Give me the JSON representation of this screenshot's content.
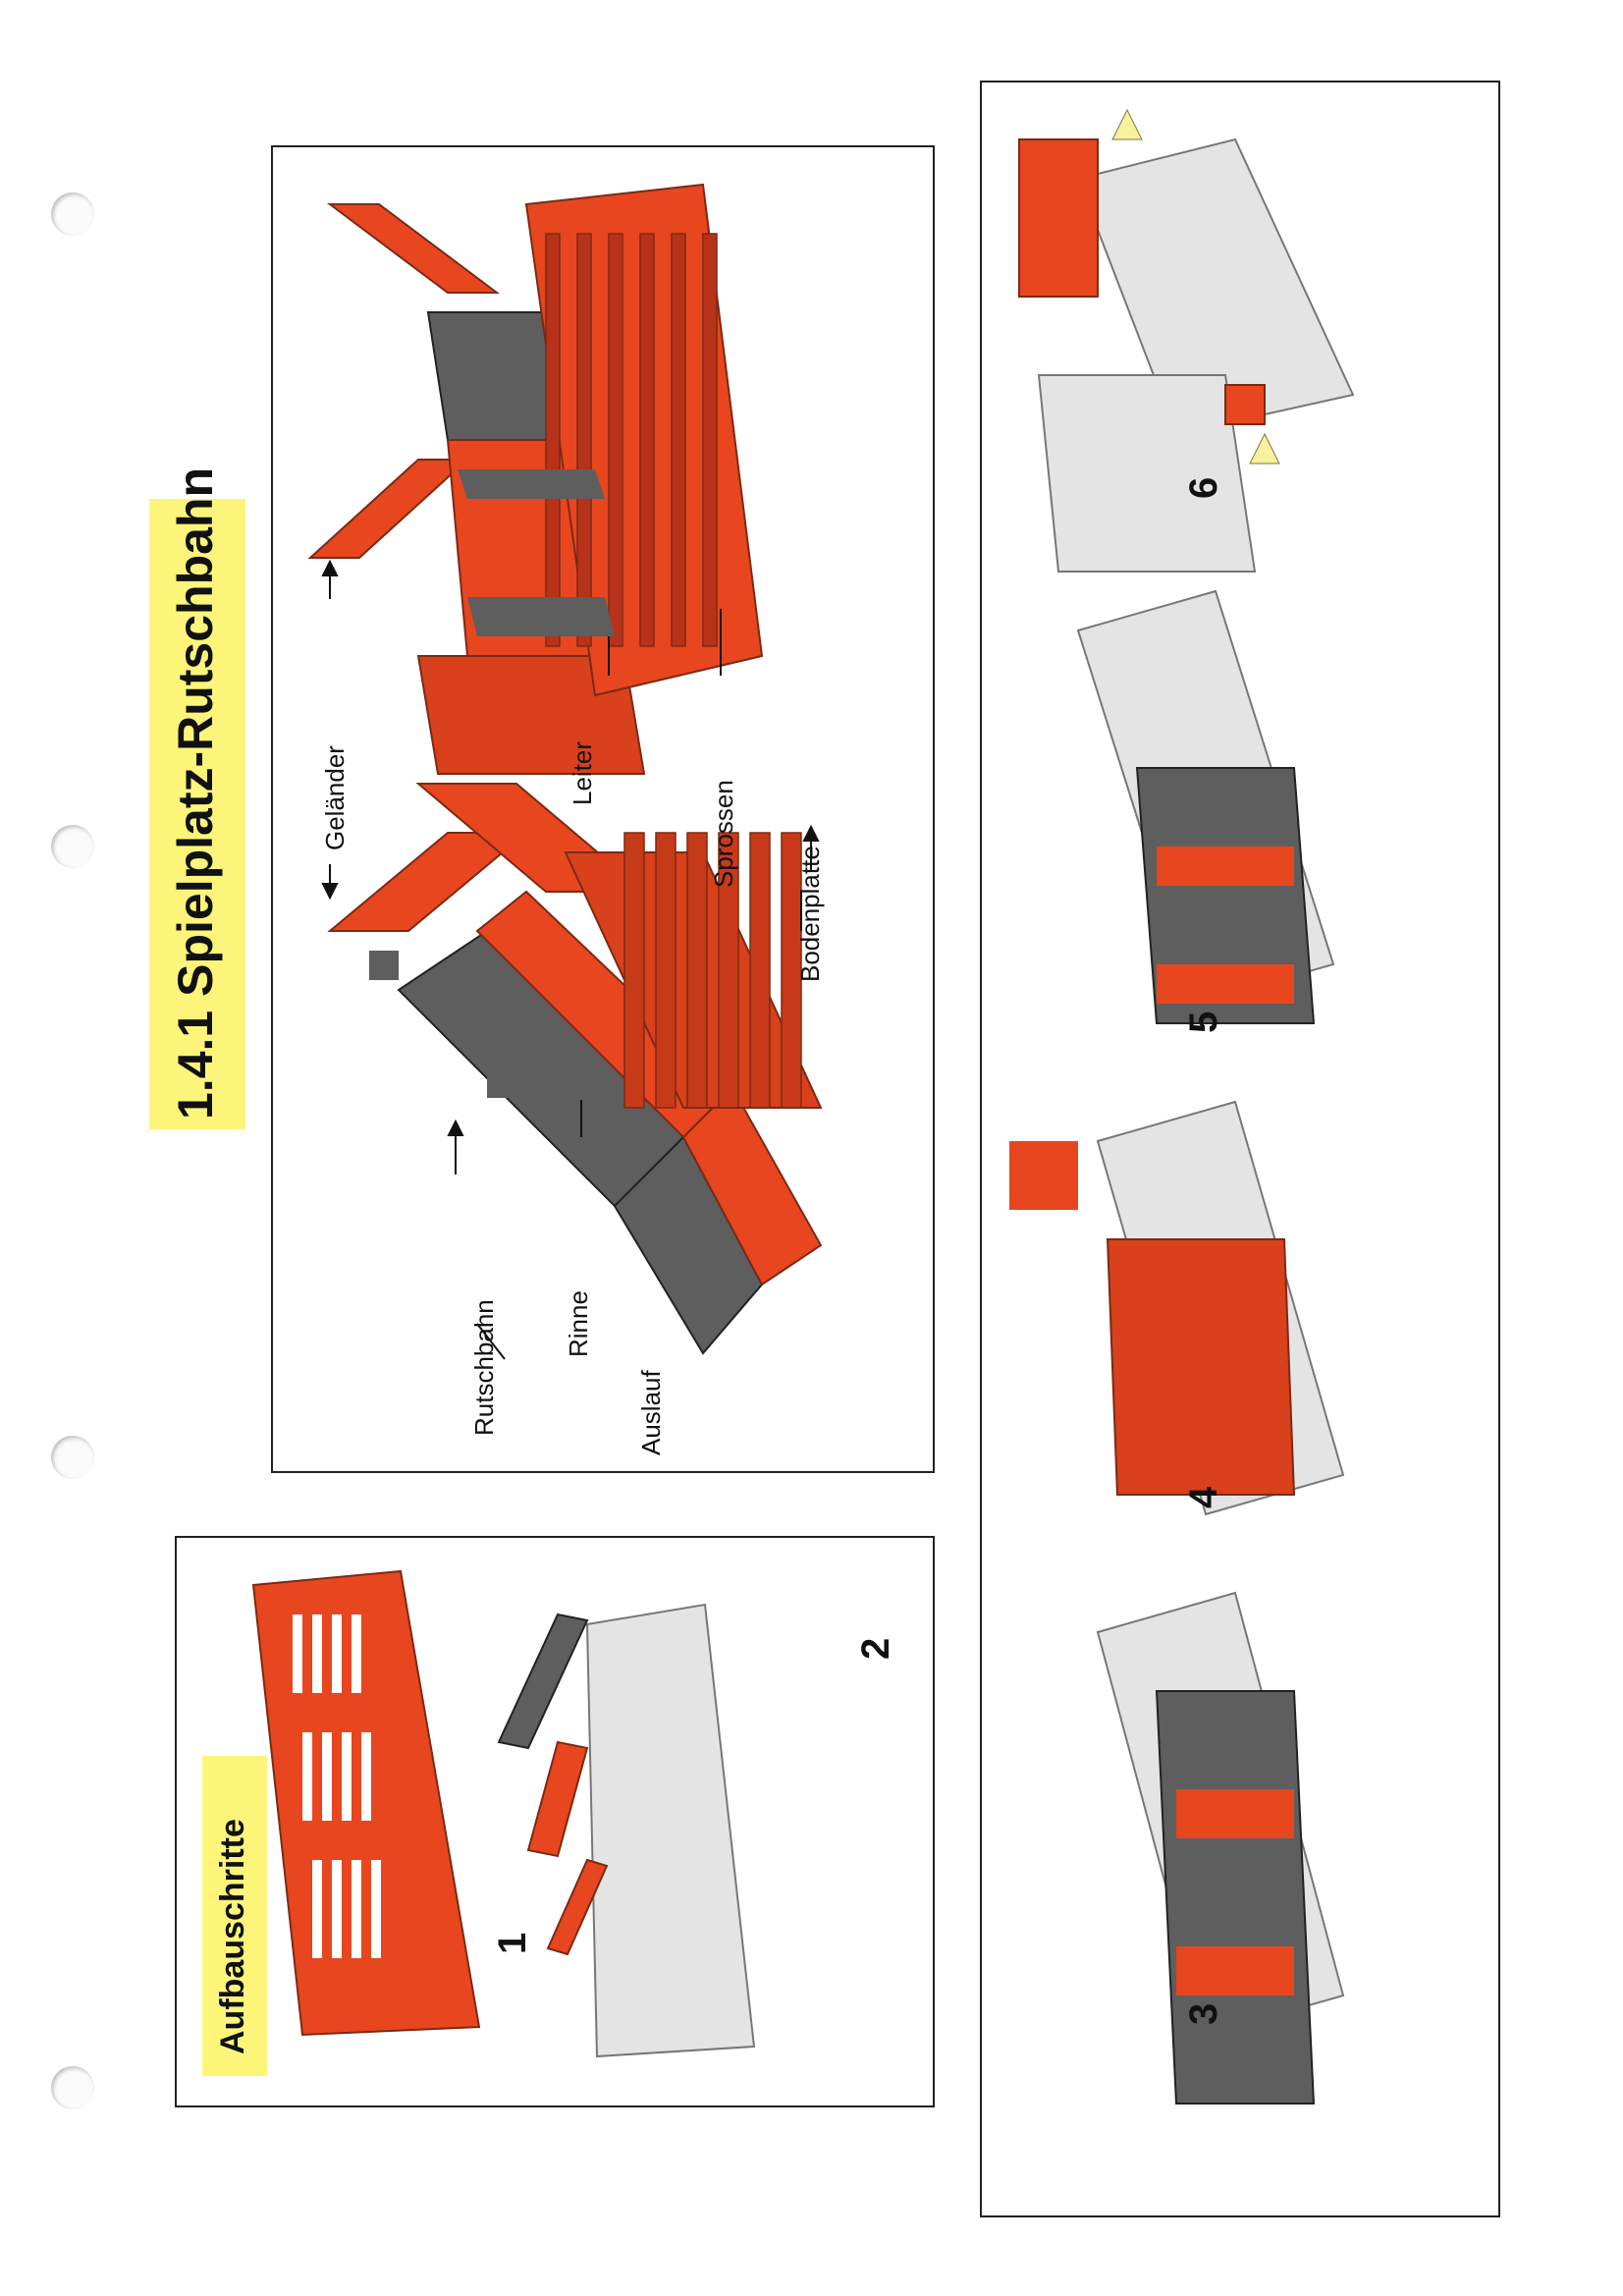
{
  "title": "1.4.1 Spielplatz-Rutschbahn",
  "steps_heading": "Aufbauschritte",
  "labels": {
    "rutschbahn": "Rutschbahn",
    "rinne": "Rinne",
    "auslauf": "Auslauf",
    "gelaender": "Geländer",
    "leiter": "Leiter",
    "sprossen": "Sprossen",
    "bodenplatte": "Bodenplatte"
  },
  "steps": [
    "1",
    "2",
    "3",
    "4",
    "5",
    "6"
  ],
  "colors": {
    "red": "#e8461f",
    "dark_red": "#b8321a",
    "grey": "#5e5e5e",
    "light_grey": "#e4e4e4",
    "yellow": "#fdf57a"
  }
}
